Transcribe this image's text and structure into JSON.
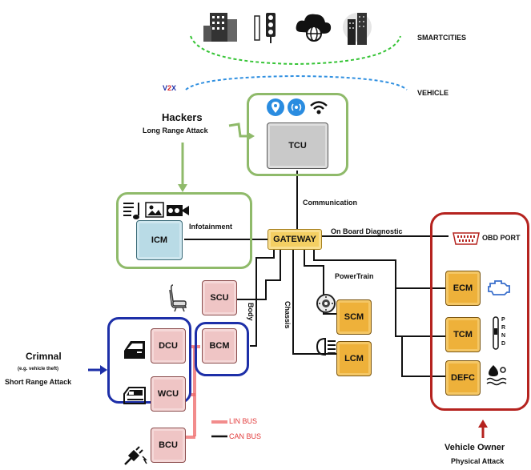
{
  "labels": {
    "smartcities": "SMARTCITIES",
    "vehicle": "VEHICLE",
    "v2x_v": "V",
    "v2x_2": "2",
    "v2x_x": "X",
    "hackers": "Hackers",
    "long_range": "Long Range Attack",
    "communication": "Communication",
    "infotainment": "Infotainment",
    "obd": "On Board Diagnostic",
    "obd_port": "OBD PORT",
    "powertrain": "PowerTrain",
    "body": "Body",
    "chassis": "Chassis",
    "crimnal": "Crimnal",
    "theft": "(e.g. vehicle theft)",
    "short_range": "Short Range Attack",
    "lin_bus": "LIN BUS",
    "can_bus": "CAN BUS",
    "owner": "Vehicle Owner",
    "physical": "Physical Attack"
  },
  "nodes": {
    "tcu": "TCU",
    "icm": "ICM",
    "gateway": "GATEWAY",
    "scu": "SCU",
    "dcu": "DCU",
    "bcm": "BCM",
    "wcu": "WCU",
    "bcu": "BCU",
    "scm": "SCM",
    "lcm": "LCM",
    "ecm": "ECM",
    "tcm": "TCM",
    "defc": "DEFC"
  },
  "gear_letters": [
    "P",
    "R",
    "N",
    "D"
  ],
  "colors": {
    "green_group": "#8fba6a",
    "blue_group": "#1d2fa8",
    "red_group": "#b5231f",
    "lin_bus": "#e23a3a",
    "can_bus": "#111111",
    "smartcity_arc": "#36c436",
    "vehicle_arc": "#2f8fe0"
  },
  "icons": [
    "office-building-icon",
    "traffic-light-icon",
    "cloud-globe-icon",
    "skyscraper-icon",
    "location-pin-icon",
    "radio-signal-icon",
    "wifi-icon",
    "music-icon",
    "image-icon",
    "camera-icon",
    "seat-icon",
    "car-door-icon",
    "car-window-icon",
    "brake-disc-icon",
    "headlight-icon",
    "engine-icon",
    "gear-shifter-icon",
    "exhaust-fluid-icon",
    "obd-connector-icon",
    "ev-plug-icon"
  ]
}
